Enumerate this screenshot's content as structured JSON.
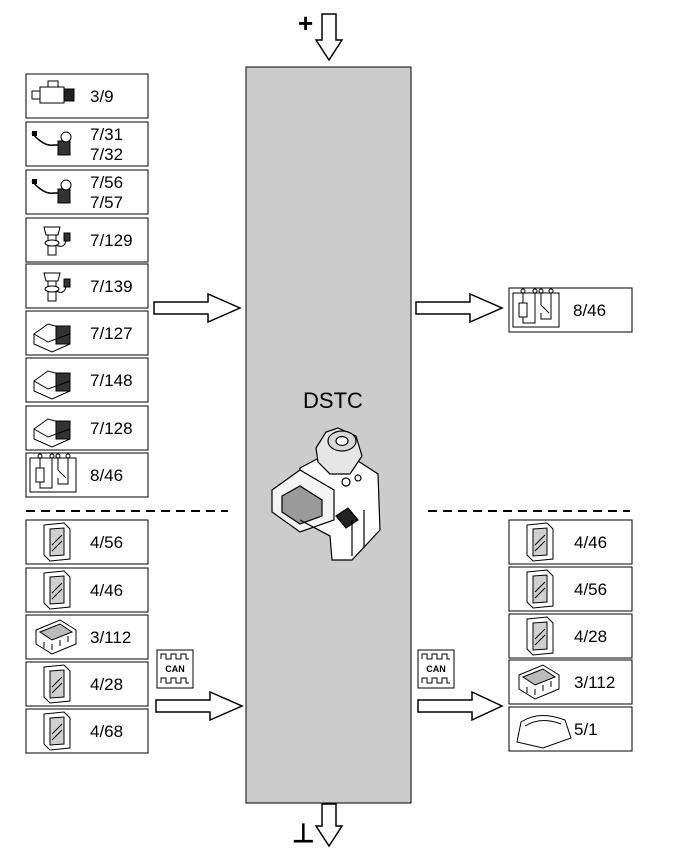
{
  "title": "DSTC",
  "supply_positive": "+",
  "supply_ground": "⊥",
  "can_label": "CAN",
  "inputs": [
    {
      "icon": "switch-icon",
      "lines": [
        "3/9"
      ]
    },
    {
      "icon": "sensor-cable-icon",
      "lines": [
        "7/31",
        "7/32"
      ]
    },
    {
      "icon": "sensor-cable-icon",
      "lines": [
        "7/56",
        "7/57"
      ]
    },
    {
      "icon": "sensor-icon",
      "lines": [
        "7/129"
      ]
    },
    {
      "icon": "sensor-icon",
      "lines": [
        "7/139"
      ]
    },
    {
      "icon": "sensor-bracket-icon",
      "lines": [
        "7/127"
      ]
    },
    {
      "icon": "sensor-bracket-icon",
      "lines": [
        "7/148"
      ]
    },
    {
      "icon": "sensor-bracket-icon",
      "lines": [
        "7/128"
      ]
    },
    {
      "icon": "relay-icon",
      "lines": [
        "8/46"
      ]
    }
  ],
  "can_inputs": [
    {
      "icon": "module-icon",
      "lines": [
        "4/56"
      ]
    },
    {
      "icon": "module-icon",
      "lines": [
        "4/46"
      ]
    },
    {
      "icon": "connector-module-icon",
      "lines": [
        "3/112"
      ]
    },
    {
      "icon": "module-icon",
      "lines": [
        "4/28"
      ]
    },
    {
      "icon": "module-icon",
      "lines": [
        "4/68"
      ]
    }
  ],
  "outputs": [
    {
      "icon": "relay-icon",
      "lines": [
        "8/46"
      ]
    }
  ],
  "can_outputs": [
    {
      "icon": "module-icon",
      "lines": [
        "4/46"
      ]
    },
    {
      "icon": "module-icon",
      "lines": [
        "4/56"
      ]
    },
    {
      "icon": "module-icon",
      "lines": [
        "4/28"
      ]
    },
    {
      "icon": "connector-module-icon",
      "lines": [
        "3/112"
      ]
    },
    {
      "icon": "instrument-cluster-icon",
      "lines": [
        "5/1"
      ]
    }
  ]
}
